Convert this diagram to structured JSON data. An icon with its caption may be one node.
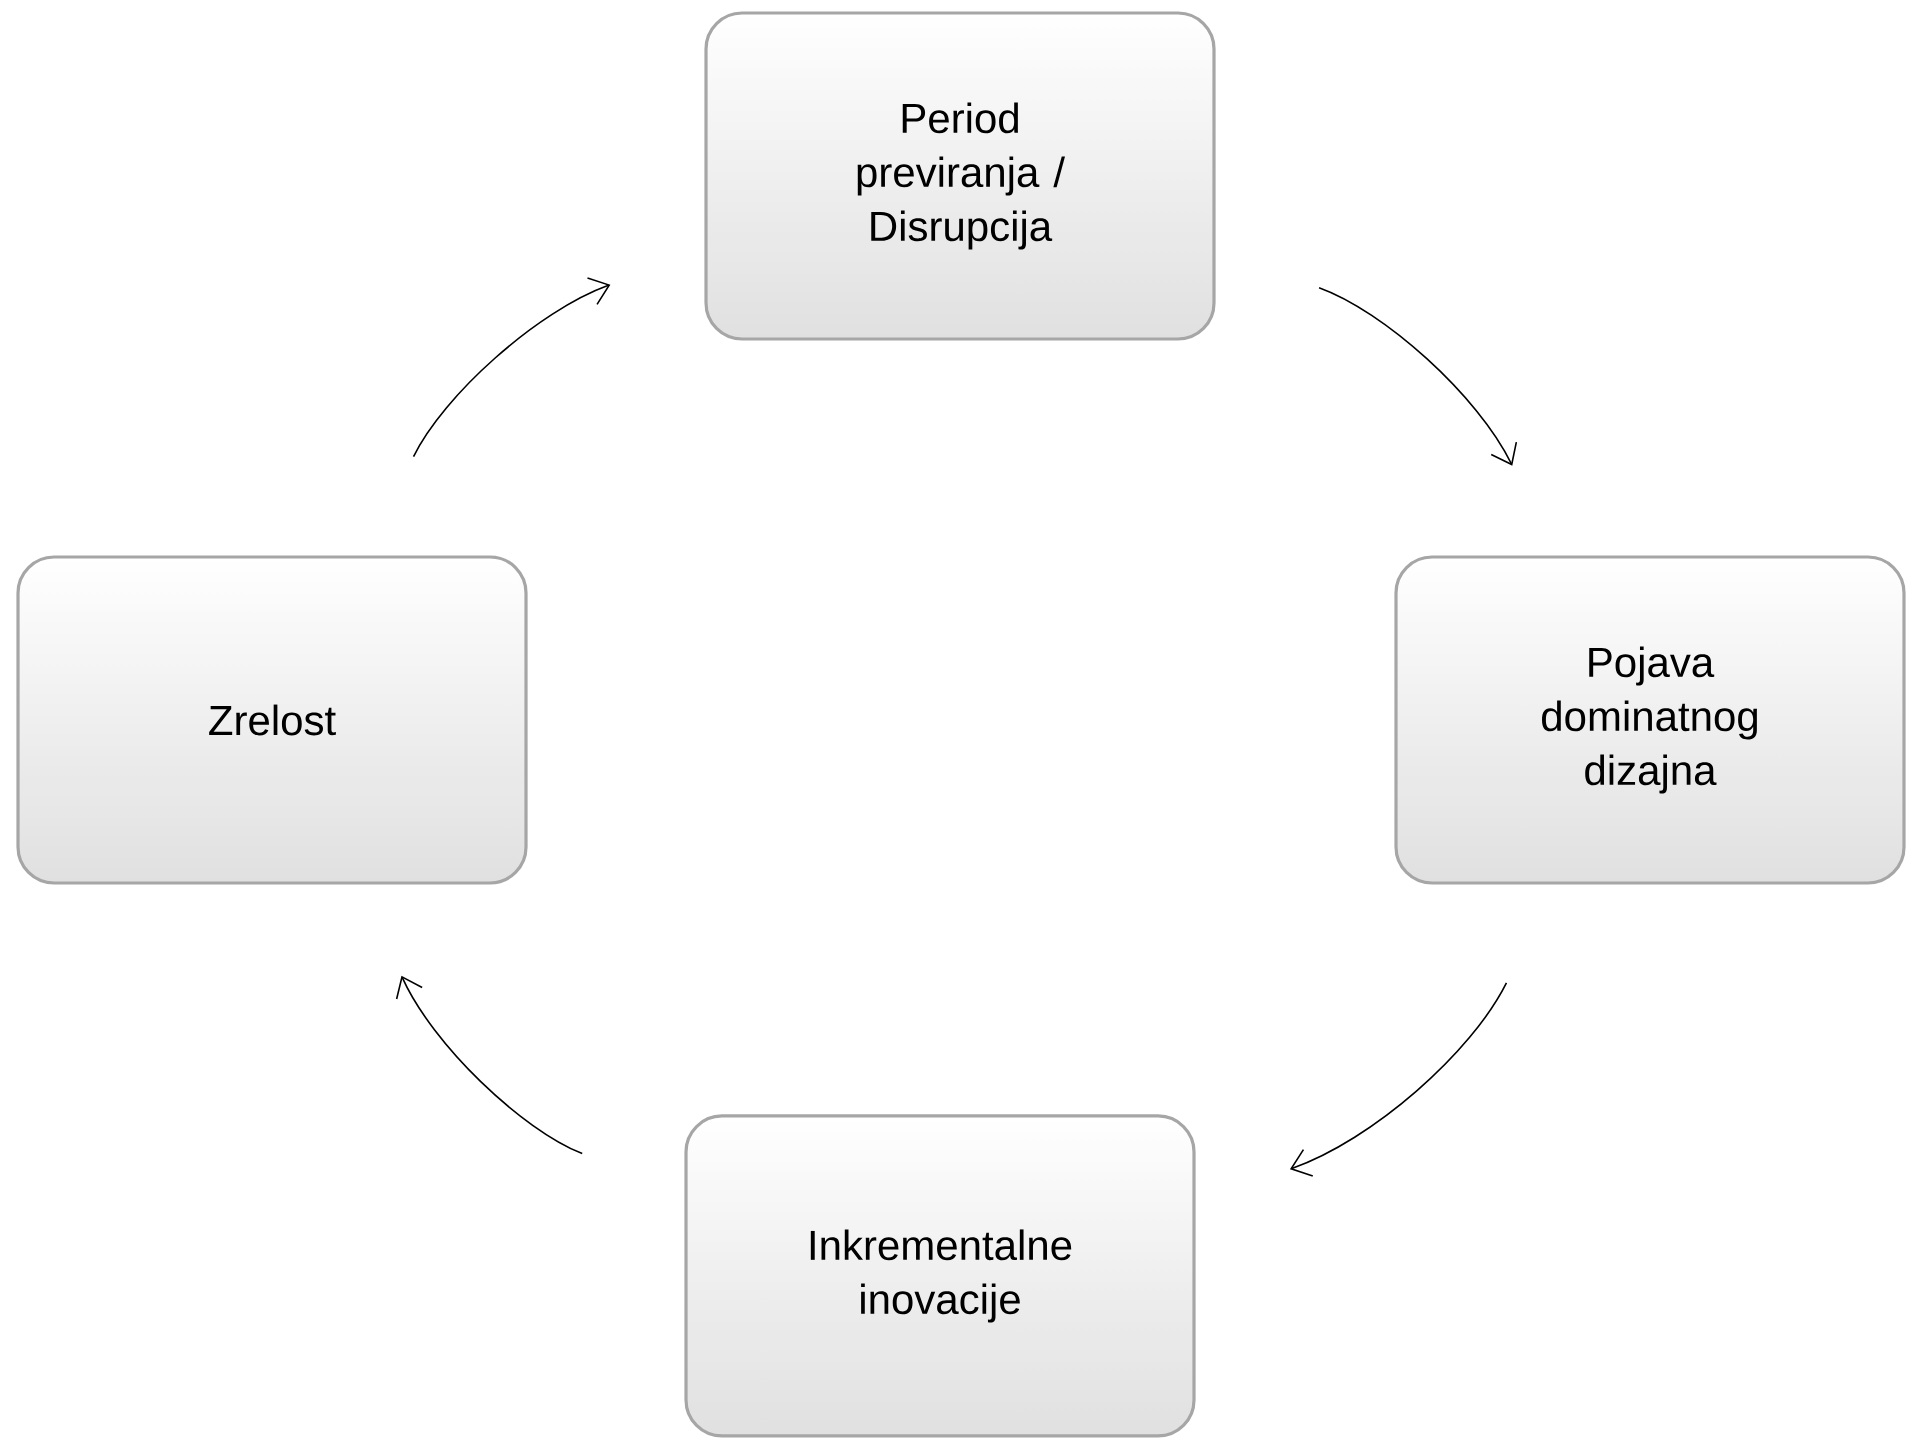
{
  "diagram": {
    "nodes": [
      {
        "text": [
          "Period previranja / Disrupcija"
        ]
      },
      {
        "text": [
          "Pojava dominatnog dizajna"
        ]
      },
      {
        "text": [
          "Inkrementalne inovacije"
        ]
      },
      {
        "text": [
          "Zrelost"
        ]
      }
    ],
    "edges": [
      {
        "from": 0,
        "to": 1,
        "arrow": "to"
      },
      {
        "from": 1,
        "to": 2,
        "arrow": "to"
      },
      {
        "from": 2,
        "to": 3,
        "arrow": "to"
      },
      {
        "from": 3,
        "to": 0,
        "arrow": "to"
      }
    ]
  }
}
